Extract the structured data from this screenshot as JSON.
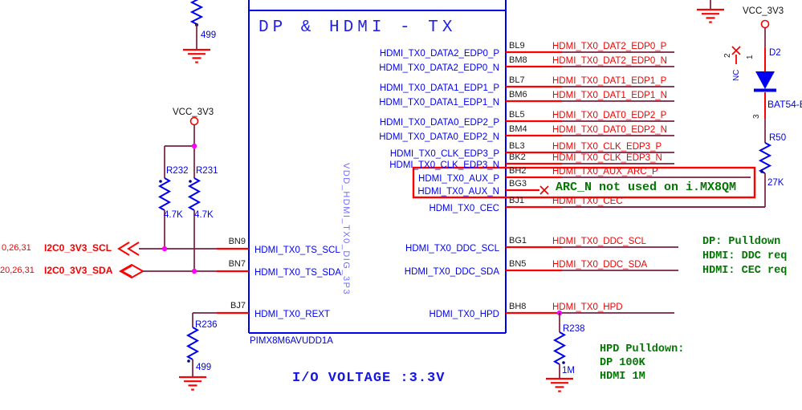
{
  "title": "DP & HDMI - TX",
  "device": {
    "part_number": "PIMX8M6AVUDD1A",
    "rail_label": "VDD_HDMI_TX0_DIG_3P3"
  },
  "io_voltage_note": "I/O VOLTAGE :3.3V",
  "power": {
    "left_rail": "VCC_3V3",
    "right_rail": "VCC_3V3"
  },
  "right_pins": [
    {
      "pin": "BL9",
      "label": "HDMI_TX0_DATA2_EDP0_P",
      "net": "HDMI_TX0_DAT2_EDP0_P"
    },
    {
      "pin": "BM8",
      "label": "HDMI_TX0_DATA2_EDP0_N",
      "net": "HDMI_TX0_DAT2_EDP0_N"
    },
    {
      "pin": "BL7",
      "label": "HDMI_TX0_DATA1_EDP1_P",
      "net": "HDMI_TX0_DAT1_EDP1_P"
    },
    {
      "pin": "BM6",
      "label": "HDMI_TX0_DATA1_EDP1_N",
      "net": "HDMI_TX0_DAT1_EDP1_N"
    },
    {
      "pin": "BL5",
      "label": "HDMI_TX0_DATA0_EDP2_P",
      "net": "HDMI_TX0_DAT0_EDP2_P"
    },
    {
      "pin": "BM4",
      "label": "HDMI_TX0_DATA0_EDP2_N",
      "net": "HDMI_TX0_DAT0_EDP2_N"
    },
    {
      "pin": "BL3",
      "label": "HDMI_TX0_CLK_EDP3_P",
      "net": "HDMI_TX0_CLK_EDP3_P"
    },
    {
      "pin": "BK2",
      "label": "HDMI_TX0_CLK_EDP3_N",
      "net": "HDMI_TX0_CLK_EDP3_N"
    },
    {
      "pin": "BH2",
      "label": "HDMI_TX0_AUX_P",
      "net": "HDMI_TX0_AUX_ARC_P"
    },
    {
      "pin": "BG3",
      "label": "HDMI_TX0_AUX_N",
      "net": ""
    },
    {
      "pin": "BJ1",
      "label": "HDMI_TX0_CEC",
      "net": "HDMI_TX0_CEC"
    },
    {
      "pin": "BG1",
      "label": "HDMI_TX0_DDC_SCL",
      "net": "HDMI_TX0_DDC_SCL"
    },
    {
      "pin": "BN5",
      "label": "HDMI_TX0_DDC_SDA",
      "net": "HDMI_TX0_DDC_SDA"
    },
    {
      "pin": "BH8",
      "label": "HDMI_TX0_HPD",
      "net": "HDMI_TX0_HPD"
    }
  ],
  "left_pins": [
    {
      "pin": "BN9",
      "label": "HDMI_TX0_TS_SCL"
    },
    {
      "pin": "BN7",
      "label": "HDMI_TX0_TS_SDA"
    },
    {
      "pin": "BJ7",
      "label": "HDMI_TX0_REXT"
    }
  ],
  "i2c_ports": [
    {
      "pages": "0,26,31",
      "net": "I2C0_3V3_SCL"
    },
    {
      "pages": "20,26,31",
      "net": "I2C0_3V3_SDA"
    }
  ],
  "components": {
    "r_top": {
      "value": "499"
    },
    "r232": {
      "ref": "R232",
      "value": "4.7K"
    },
    "r231": {
      "ref": "R231",
      "value": "4.7K"
    },
    "r236": {
      "ref": "R236",
      "value": "499"
    },
    "r238": {
      "ref": "R238",
      "value": "1M"
    },
    "r50": {
      "ref": "R50",
      "value": "27K"
    },
    "d2": {
      "ref": "D2",
      "part": "BAT54-E",
      "pin1": "1",
      "pin2": "2",
      "pin3": "3",
      "nc_label": "NC"
    }
  },
  "annotations": {
    "arc_note": "ARC_N not used on i.MX8QM",
    "hpd_note_lines": [
      "HPD Pulldown:",
      "DP 100K",
      "HDMI 1M"
    ],
    "right_note_lines": [
      "DP: Pulldown",
      "HDMI: DDC req",
      "HDMI: CEC req"
    ]
  },
  "colors": {
    "wire": "#7a1f3e",
    "stub": "#ff0000",
    "net": "#f20000",
    "blue": "#0000f0",
    "green": "#007800",
    "junction": "#ff00ff",
    "highlight": "#ff0000",
    "rail": "#6e6eff",
    "ground": "#ff0000"
  }
}
